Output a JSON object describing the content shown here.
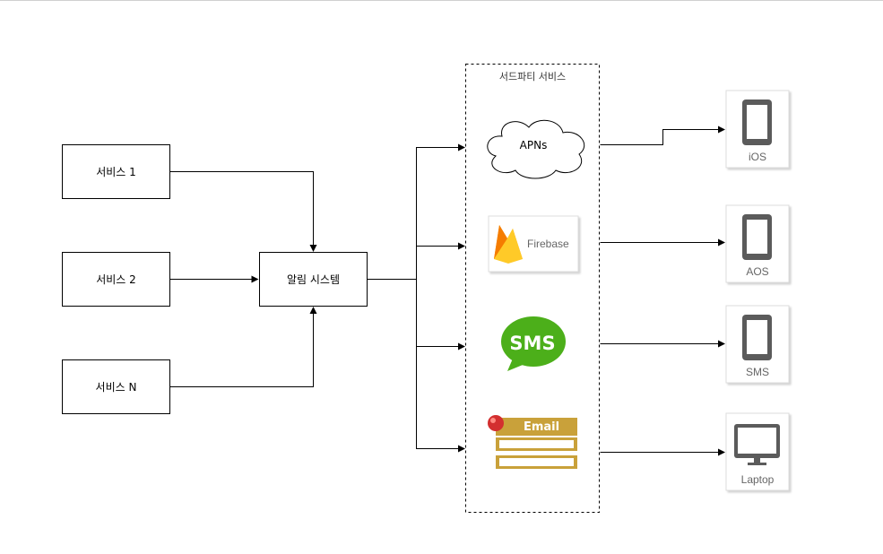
{
  "services": [
    {
      "label": "서비스 1"
    },
    {
      "label": "서비스 2"
    },
    {
      "label": "서비스 N"
    }
  ],
  "alarm_system": {
    "label": "알림 시스템"
  },
  "third_party": {
    "title": "서드파티 서비스",
    "apns": {
      "label": "APNs"
    },
    "firebase": {
      "label": "Firebase"
    },
    "sms": {
      "label": "SMS"
    },
    "email": {
      "label": "Email"
    }
  },
  "devices": [
    {
      "label": "iOS",
      "icon": "phone-icon"
    },
    {
      "label": "AOS",
      "icon": "phone-icon"
    },
    {
      "label": "SMS",
      "icon": "phone-icon"
    },
    {
      "label": "Laptop",
      "icon": "monitor-icon"
    }
  ],
  "colors": {
    "firebase_yellow": "#FFCA28",
    "firebase_orange": "#F57C00",
    "sms_green": "#4CAF1A",
    "email_gold": "#C9A13A",
    "device_gray": "#5b5b5b"
  }
}
